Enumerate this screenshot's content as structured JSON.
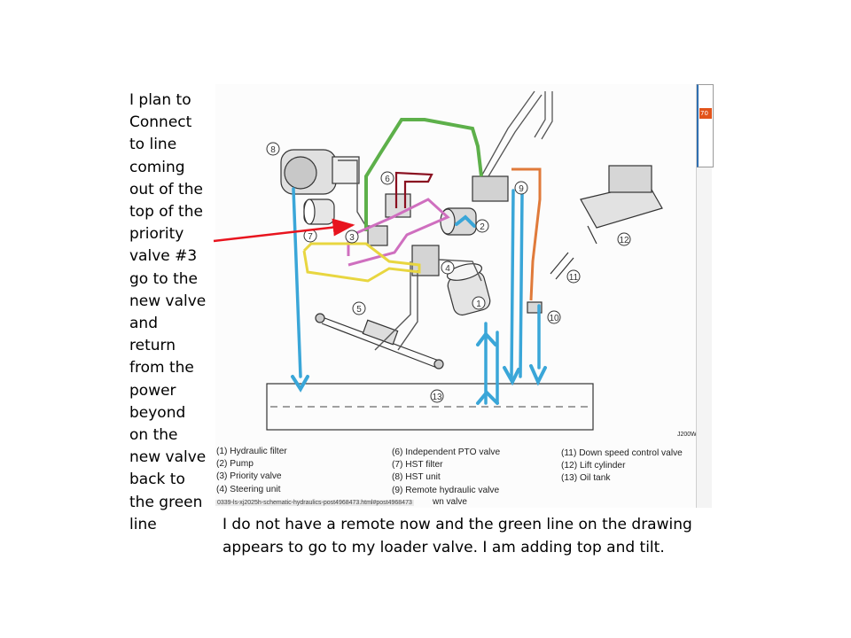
{
  "side_note": {
    "lines": [
      "I plan to",
      "Connect",
      "to line",
      "coming",
      "out of the",
      "top of the",
      "priority",
      "valve #3",
      "go to the",
      "new valve",
      "and",
      "return",
      "from the",
      "power",
      "beyond",
      "on the",
      "new valve",
      "back to",
      "the green",
      "line"
    ]
  },
  "caption": {
    "line1": "I do not have a remote now and the green line on the drawing",
    "line2": "appears to go to my loader valve. I am adding top and tilt."
  },
  "diagram": {
    "legend_col1": [
      "(1) Hydraulic filter",
      "(2) Pump",
      "(3) Priority valve",
      "(4) Steering unit"
    ],
    "legend_col2": [
      "(6) Independent PTO valve",
      "(7) HST filter",
      "(8) HST unit",
      "(9) Remote hydraulic valve"
    ],
    "legend_col3": [
      "(11) Down speed control valve",
      "(12) Lift cylinder",
      "(13) Oil tank"
    ],
    "url_text": "0339-ls-xj2025h-schematic-hydraulics-post4968473.html#post4968473",
    "url_tail": "wn valve",
    "drawing_code": "J200W",
    "callouts": [
      "1",
      "2",
      "3",
      "4",
      "5",
      "6",
      "7",
      "8",
      "9",
      "10",
      "11",
      "12",
      "13"
    ]
  },
  "browser_badge": "70",
  "colors": {
    "green": "#5db04a",
    "blue": "#3aa6d8",
    "pink": "#cf6fbf",
    "yellow": "#e8d640",
    "red": "#e8141e",
    "orange": "#e07a3a",
    "dark_red": "#8a1020"
  }
}
